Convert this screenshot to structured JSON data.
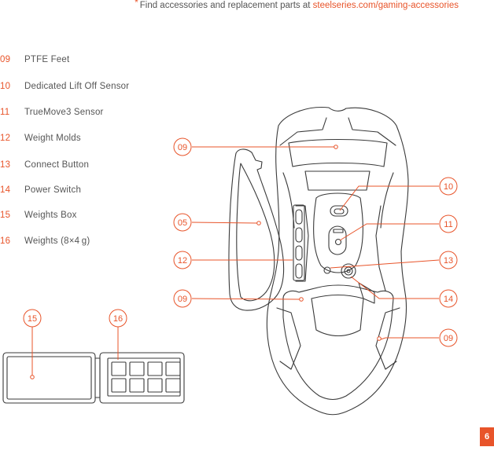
{
  "header": {
    "asterisk": "*",
    "text": "Find accessories and replacement parts at",
    "link": "steelseries.com/gaming-accessories"
  },
  "legend": [
    {
      "num": "09",
      "label": "PTFE Feet"
    },
    {
      "num": "10",
      "label": "Dedicated Lift Off Sensor"
    },
    {
      "num": "11",
      "label": "TrueMove3 Sensor"
    },
    {
      "num": "12",
      "label": "Weight Molds"
    },
    {
      "num": "13",
      "label": "Connect Button"
    },
    {
      "num": "14",
      "label": "Power Switch"
    },
    {
      "num": "15",
      "label": "Weights Box"
    },
    {
      "num": "16",
      "label": "Weights (8×4 g)"
    }
  ],
  "callouts": {
    "c09_top": "09",
    "c05": "05",
    "c12": "12",
    "c09_left": "09",
    "c10": "10",
    "c11": "11",
    "c13": "13",
    "c14": "14",
    "c09_right": "09",
    "c15": "15",
    "c16": "16"
  },
  "page_number": "6",
  "colors": {
    "accent": "#e8542a",
    "line": "#3a3a3a",
    "text": "#555555"
  }
}
